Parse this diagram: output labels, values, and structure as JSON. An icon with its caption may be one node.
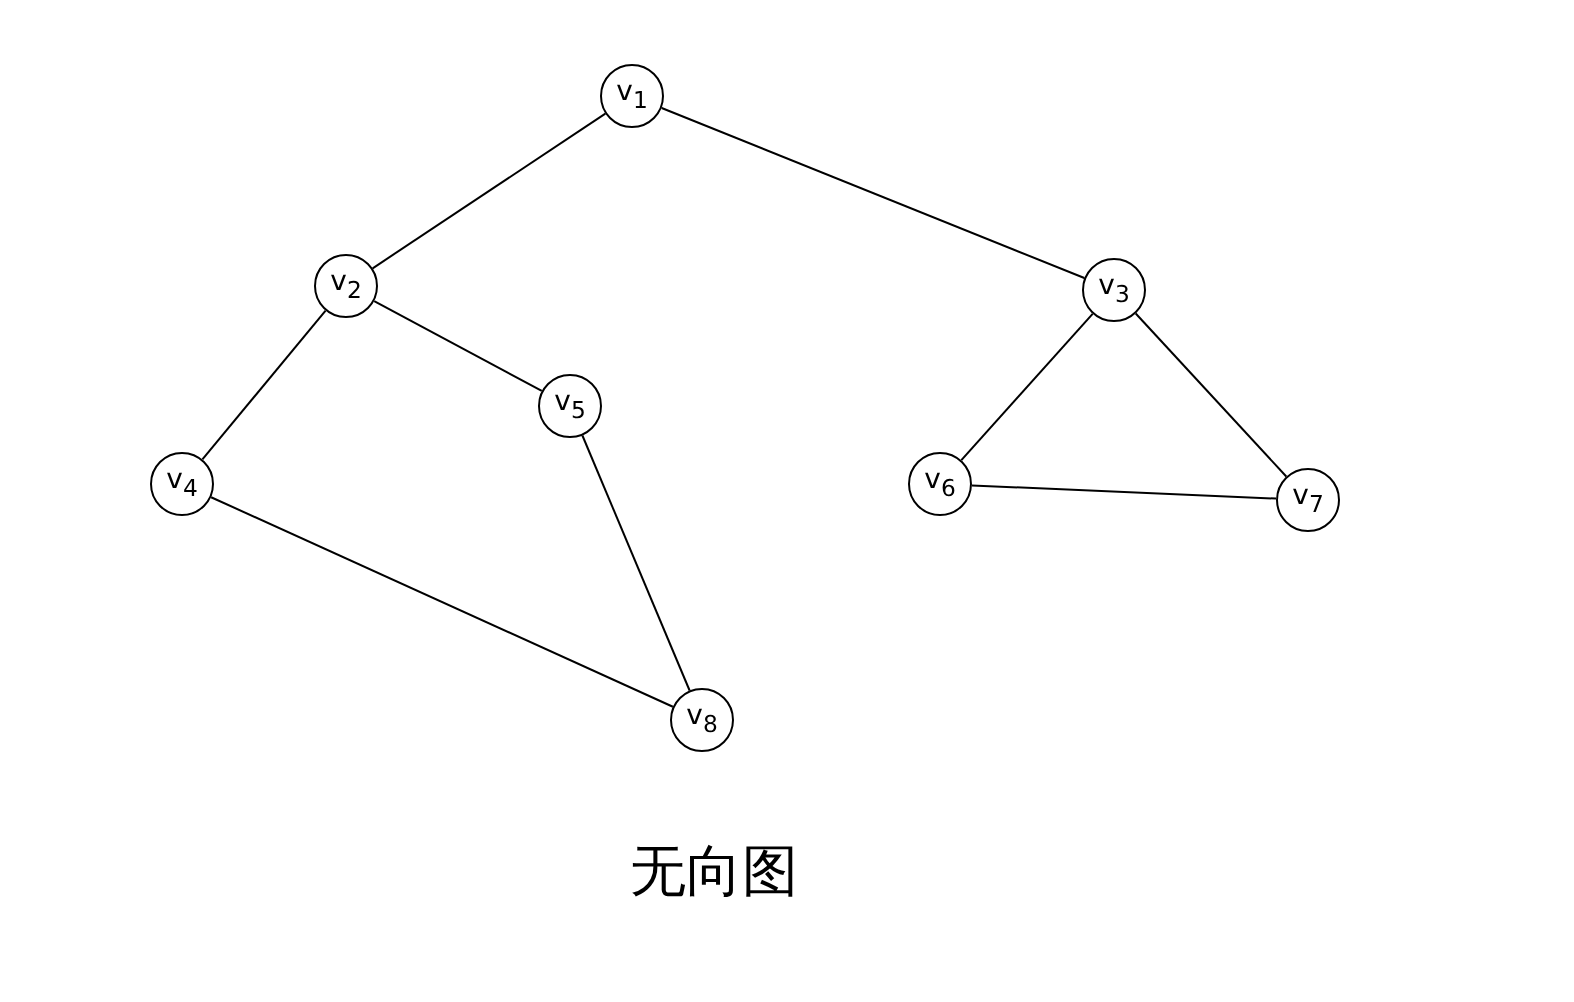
{
  "diagram": {
    "caption": "无向图",
    "nodes": [
      {
        "text": [
          "v$_{1}$"
        ]
      },
      {
        "text": [
          "v$_{2}$"
        ]
      },
      {
        "text": [
          "v$_{3}$"
        ]
      },
      {
        "text": [
          "v$_{4}$"
        ]
      },
      {
        "text": [
          "v$_{5}$"
        ]
      },
      {
        "text": [
          "v$_{6}$"
        ]
      },
      {
        "text": [
          "v$_{7}$"
        ]
      },
      {
        "text": [
          "v$_{8}$"
        ]
      }
    ],
    "edges": [
      {
        "from": 0,
        "to": 1,
        "arrow": "none"
      },
      {
        "from": 0,
        "to": 2,
        "arrow": "none"
      },
      {
        "from": 1,
        "to": 3,
        "arrow": "none"
      },
      {
        "from": 1,
        "to": 4,
        "arrow": "none"
      },
      {
        "from": 3,
        "to": 7,
        "arrow": "none"
      },
      {
        "from": 4,
        "to": 7,
        "arrow": "none"
      },
      {
        "from": 2,
        "to": 5,
        "arrow": "none"
      },
      {
        "from": 2,
        "to": 6,
        "arrow": "none"
      },
      {
        "from": 5,
        "to": 6,
        "arrow": "none"
      }
    ]
  }
}
